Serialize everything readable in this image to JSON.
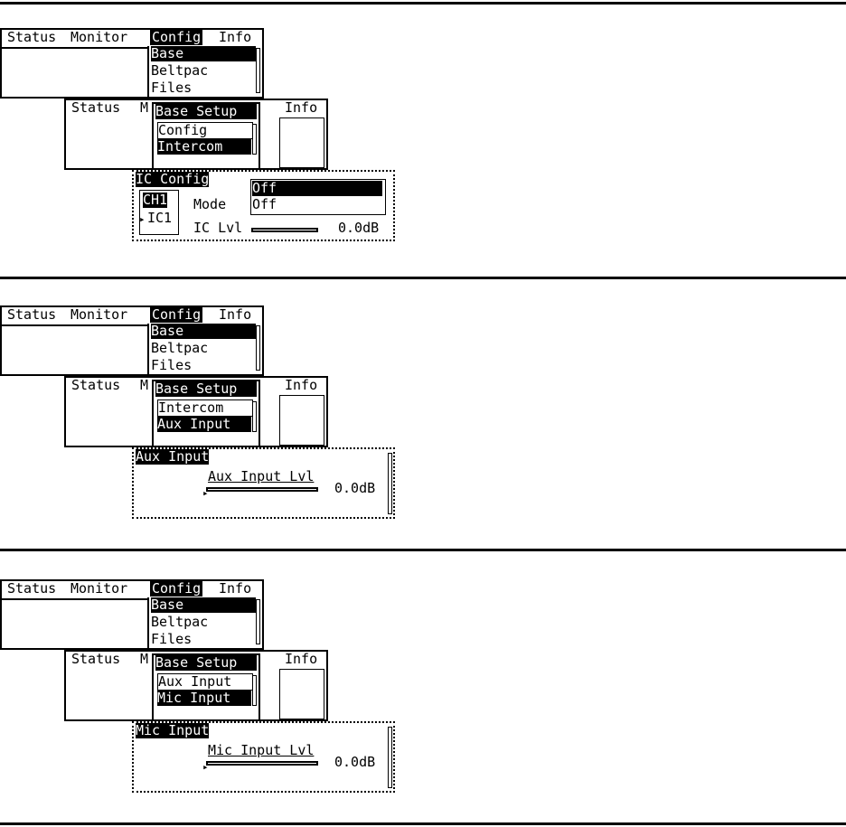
{
  "s1": {
    "menubar": {
      "status": "Status",
      "monitor": "Monitor",
      "config": "Config",
      "info": "Info"
    },
    "config_menu": [
      "Base",
      "Beltpac",
      "Files"
    ],
    "sub_menubar": {
      "status": "Status",
      "m": "M",
      "info": "Info"
    },
    "base_setup": {
      "title": "Base Setup",
      "items": [
        "Config",
        "Intercom"
      ]
    },
    "ic": {
      "title": "IC Config",
      "channel_a": "CH1",
      "channel_b": "IC1",
      "mode_label": "Mode",
      "mode_options": [
        "Off",
        "Off"
      ],
      "level_label": "IC Lvl",
      "level_value": "0.0dB"
    }
  },
  "s2": {
    "menubar": {
      "status": "Status",
      "monitor": "Monitor",
      "config": "Config",
      "info": "Info"
    },
    "config_menu": [
      "Base",
      "Beltpac",
      "Files"
    ],
    "sub_menubar": {
      "status": "Status",
      "m": "M",
      "info": "Info"
    },
    "base_setup": {
      "title": "Base Setup",
      "items": [
        "Intercom",
        "Aux Input"
      ]
    },
    "panel": {
      "title": "Aux Input",
      "level_label": "Aux Input Lvl",
      "level_value": "0.0dB"
    }
  },
  "s3": {
    "menubar": {
      "status": "Status",
      "monitor": "Monitor",
      "config": "Config",
      "info": "Info"
    },
    "config_menu": [
      "Base",
      "Beltpac",
      "Files"
    ],
    "sub_menubar": {
      "status": "Status",
      "m": "M",
      "info": "Info"
    },
    "base_setup": {
      "title": "Base Setup",
      "items": [
        "Aux Input",
        "Mic Input"
      ]
    },
    "panel": {
      "title": "Mic Input",
      "level_label": "Mic Input Lvl",
      "level_value": "0.0dB"
    }
  }
}
